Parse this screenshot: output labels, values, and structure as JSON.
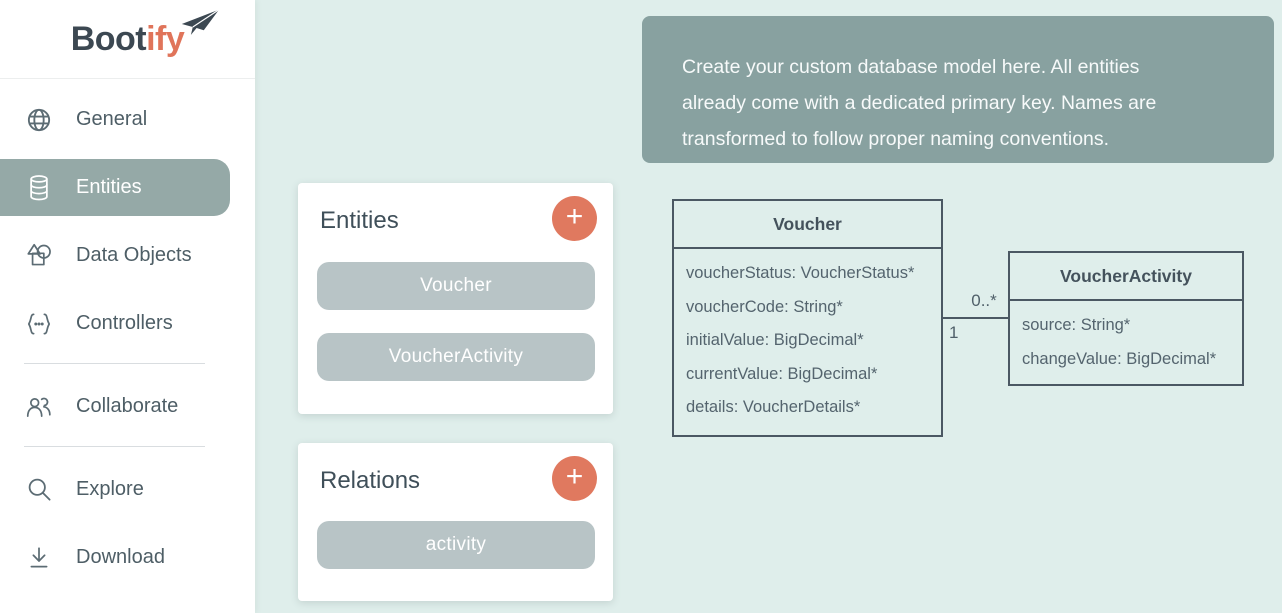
{
  "logo": {
    "text_primary": "Boot",
    "text_accent": "ify"
  },
  "sidebar": {
    "items": [
      {
        "label": "General"
      },
      {
        "label": "Entities"
      },
      {
        "label": "Data Objects"
      },
      {
        "label": "Controllers"
      },
      {
        "label": "Collaborate"
      },
      {
        "label": "Explore"
      },
      {
        "label": "Download"
      }
    ]
  },
  "banner": {
    "text": "Create your custom database model here. All entities already come with a dedicated primary key. Names are transformed to follow proper naming conventions."
  },
  "entities_panel": {
    "title": "Entities",
    "add_label": "+",
    "items": [
      {
        "label": "Voucher"
      },
      {
        "label": "VoucherActivity"
      }
    ]
  },
  "relations_panel": {
    "title": "Relations",
    "add_label": "+",
    "items": [
      {
        "label": "activity"
      }
    ]
  },
  "diagram": {
    "entities": [
      {
        "name": "Voucher",
        "fields": [
          "voucherStatus: VoucherStatus*",
          "voucherCode: String*",
          "initialValue: BigDecimal*",
          "currentValue: BigDecimal*",
          "details: VoucherDetails*"
        ]
      },
      {
        "name": "VoucherActivity",
        "fields": [
          "source: String*",
          "changeValue: BigDecimal*"
        ]
      }
    ],
    "relation": {
      "from_multiplicity": "1",
      "to_multiplicity": "0..*"
    }
  },
  "colors": {
    "background": "#dfeeeb",
    "banner": "#88a1a0",
    "accent_coral": "#e0795f",
    "selected_nav": "#95a9a7",
    "pill_button": "#b8c4c6",
    "uml_border": "#4b5863",
    "logo_dark": "#3c4852",
    "logo_accent": "#e0745a"
  }
}
